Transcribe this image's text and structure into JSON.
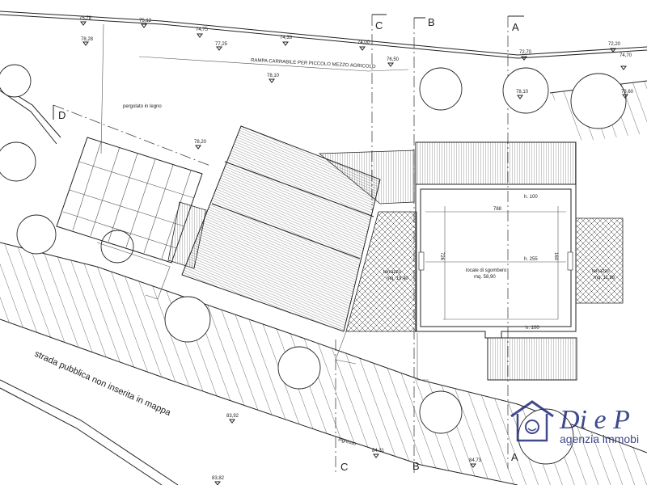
{
  "elevations": [
    {
      "id": "e1",
      "text": "75,78"
    },
    {
      "id": "e2",
      "text": "75,12"
    },
    {
      "id": "e3",
      "text": "74,75"
    },
    {
      "id": "e4",
      "text": "74,33"
    },
    {
      "id": "e5",
      "text": "74,00"
    },
    {
      "id": "e6",
      "text": "72,70"
    },
    {
      "id": "e7",
      "text": "72,20"
    },
    {
      "id": "e8",
      "text": "78,28"
    },
    {
      "id": "e9",
      "text": "77,25"
    },
    {
      "id": "e10",
      "text": "76,50"
    },
    {
      "id": "e11",
      "text": "74,70"
    },
    {
      "id": "e12",
      "text": "78,10"
    },
    {
      "id": "e13",
      "text": "73,60"
    },
    {
      "id": "e14",
      "text": "78,10"
    },
    {
      "id": "e15",
      "text": "78,20"
    },
    {
      "id": "e16",
      "text": "83,92"
    },
    {
      "id": "e17",
      "text": "84,31"
    },
    {
      "id": "e18",
      "text": "84,73"
    },
    {
      "id": "e19",
      "text": "83,82"
    }
  ],
  "labels": {
    "ramp": "RAMPA CARRABILE PER PICCOLO MEZZO AGRICOLO",
    "pergola": "pergolato in legno",
    "terrace_left_name": "terrazzo",
    "terrace_left_area": "mq. 19,40",
    "room_name": "locale di sgombero",
    "room_area": "mq. 58,90",
    "terrace_right_name": "terrazzo",
    "terrace_right_area": "mq. 11,86",
    "h_top": "h. 100",
    "h_mid": "h. 255",
    "h_bottom": "h. 100",
    "dim_width": "788",
    "dim_height": "726",
    "dim_side": "160",
    "road": "strada pubblica non inserita in mappa",
    "small_note": "ingresso"
  },
  "sections": {
    "a_top": "A",
    "a_bottom": "A",
    "b_top": "B",
    "b_bottom": "B",
    "c_top": "C",
    "c_bottom": "C",
    "d": "D"
  },
  "watermark": {
    "logo_text": "Di e P",
    "subtitle": "agenzia immobi"
  },
  "colors": {
    "ink": "#222222",
    "watermark": "#1e2a78"
  }
}
